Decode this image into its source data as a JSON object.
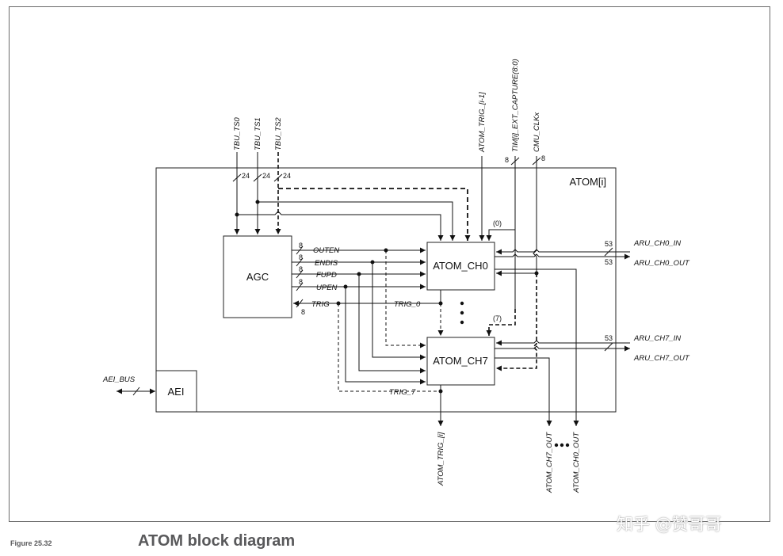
{
  "figure": {
    "number": "Figure 25.32",
    "title": "ATOM block diagram"
  },
  "watermark": "知乎 @赞哥哥",
  "blocks": {
    "atom": "ATOM[i]",
    "agc": "AGC",
    "aei": "AEI",
    "ch0": "ATOM_CH0",
    "ch7": "ATOM_CH7"
  },
  "signals": {
    "tbu_ts0": "TBU_TS0",
    "tbu_ts1": "TBU_TS1",
    "tbu_ts2": "TBU_TS2",
    "atom_trig_prev": "ATOM_TRIG_[i-1]",
    "tim_ext_capture": "TIM[i]_EXT_CAPTURE(8:0)",
    "cmu_clkx": "CMU_CLKx",
    "outen": "OUTEN",
    "endis": "ENDIS",
    "fupd": "FUPD",
    "upen": "UPEN",
    "trig": "TRIG",
    "trig_0": "TRIG_0",
    "trig_7": "TRIG_7",
    "aei_bus": "AEI_BUS",
    "aru_ch0_in": "ARU_CH0_IN",
    "aru_ch0_out": "ARU_CH0_OUT",
    "aru_ch7_in": "ARU_CH7_IN",
    "aru_ch7_out": "ARU_CH7_OUT",
    "atom_trig_i": "ATOM_TRIG_[i]",
    "atom_ch7_out": "ATOM_CH7_OUT",
    "atom_ch0_out": "ATOM_CH0_OUT",
    "sel0": "(0)",
    "sel7": "(7)"
  },
  "bus_widths": {
    "ts0": "24",
    "ts1": "24",
    "ts2": "24",
    "tim": "8",
    "cmu": "8",
    "outen": "8",
    "endis": "8",
    "fupd": "8",
    "upen": "8",
    "trig": "8",
    "aru0": "53",
    "aru0out": "53",
    "aru7": "53"
  }
}
